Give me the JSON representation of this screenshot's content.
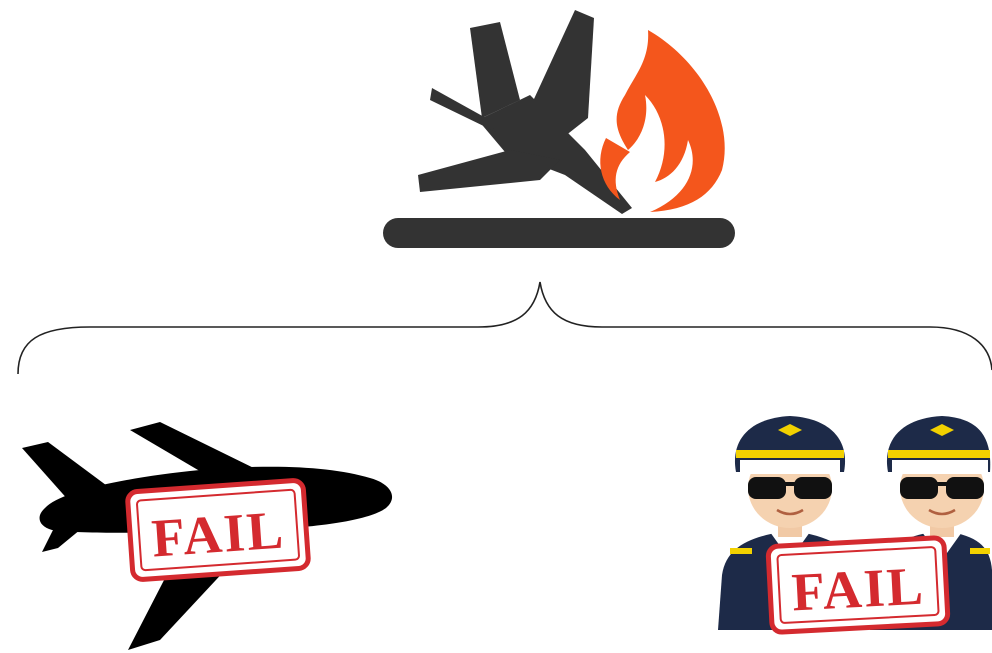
{
  "crash_icon": {
    "name": "plane-crash-fire-icon",
    "plane_color": "#333333",
    "flame_color": "#f4561c"
  },
  "brace": {
    "name": "curly-brace-connector",
    "color": "#222222"
  },
  "left_item": {
    "name": "aircraft-failure",
    "plane_color": "#000000",
    "stamp_text": "FAIL",
    "stamp_color": "#d42a2f"
  },
  "right_item": {
    "name": "pilot-failure",
    "stamp_text": "FAIL",
    "stamp_color": "#d42a2f",
    "uniform_color": "#1d2a48",
    "cap_band_color": "#f2d100"
  }
}
